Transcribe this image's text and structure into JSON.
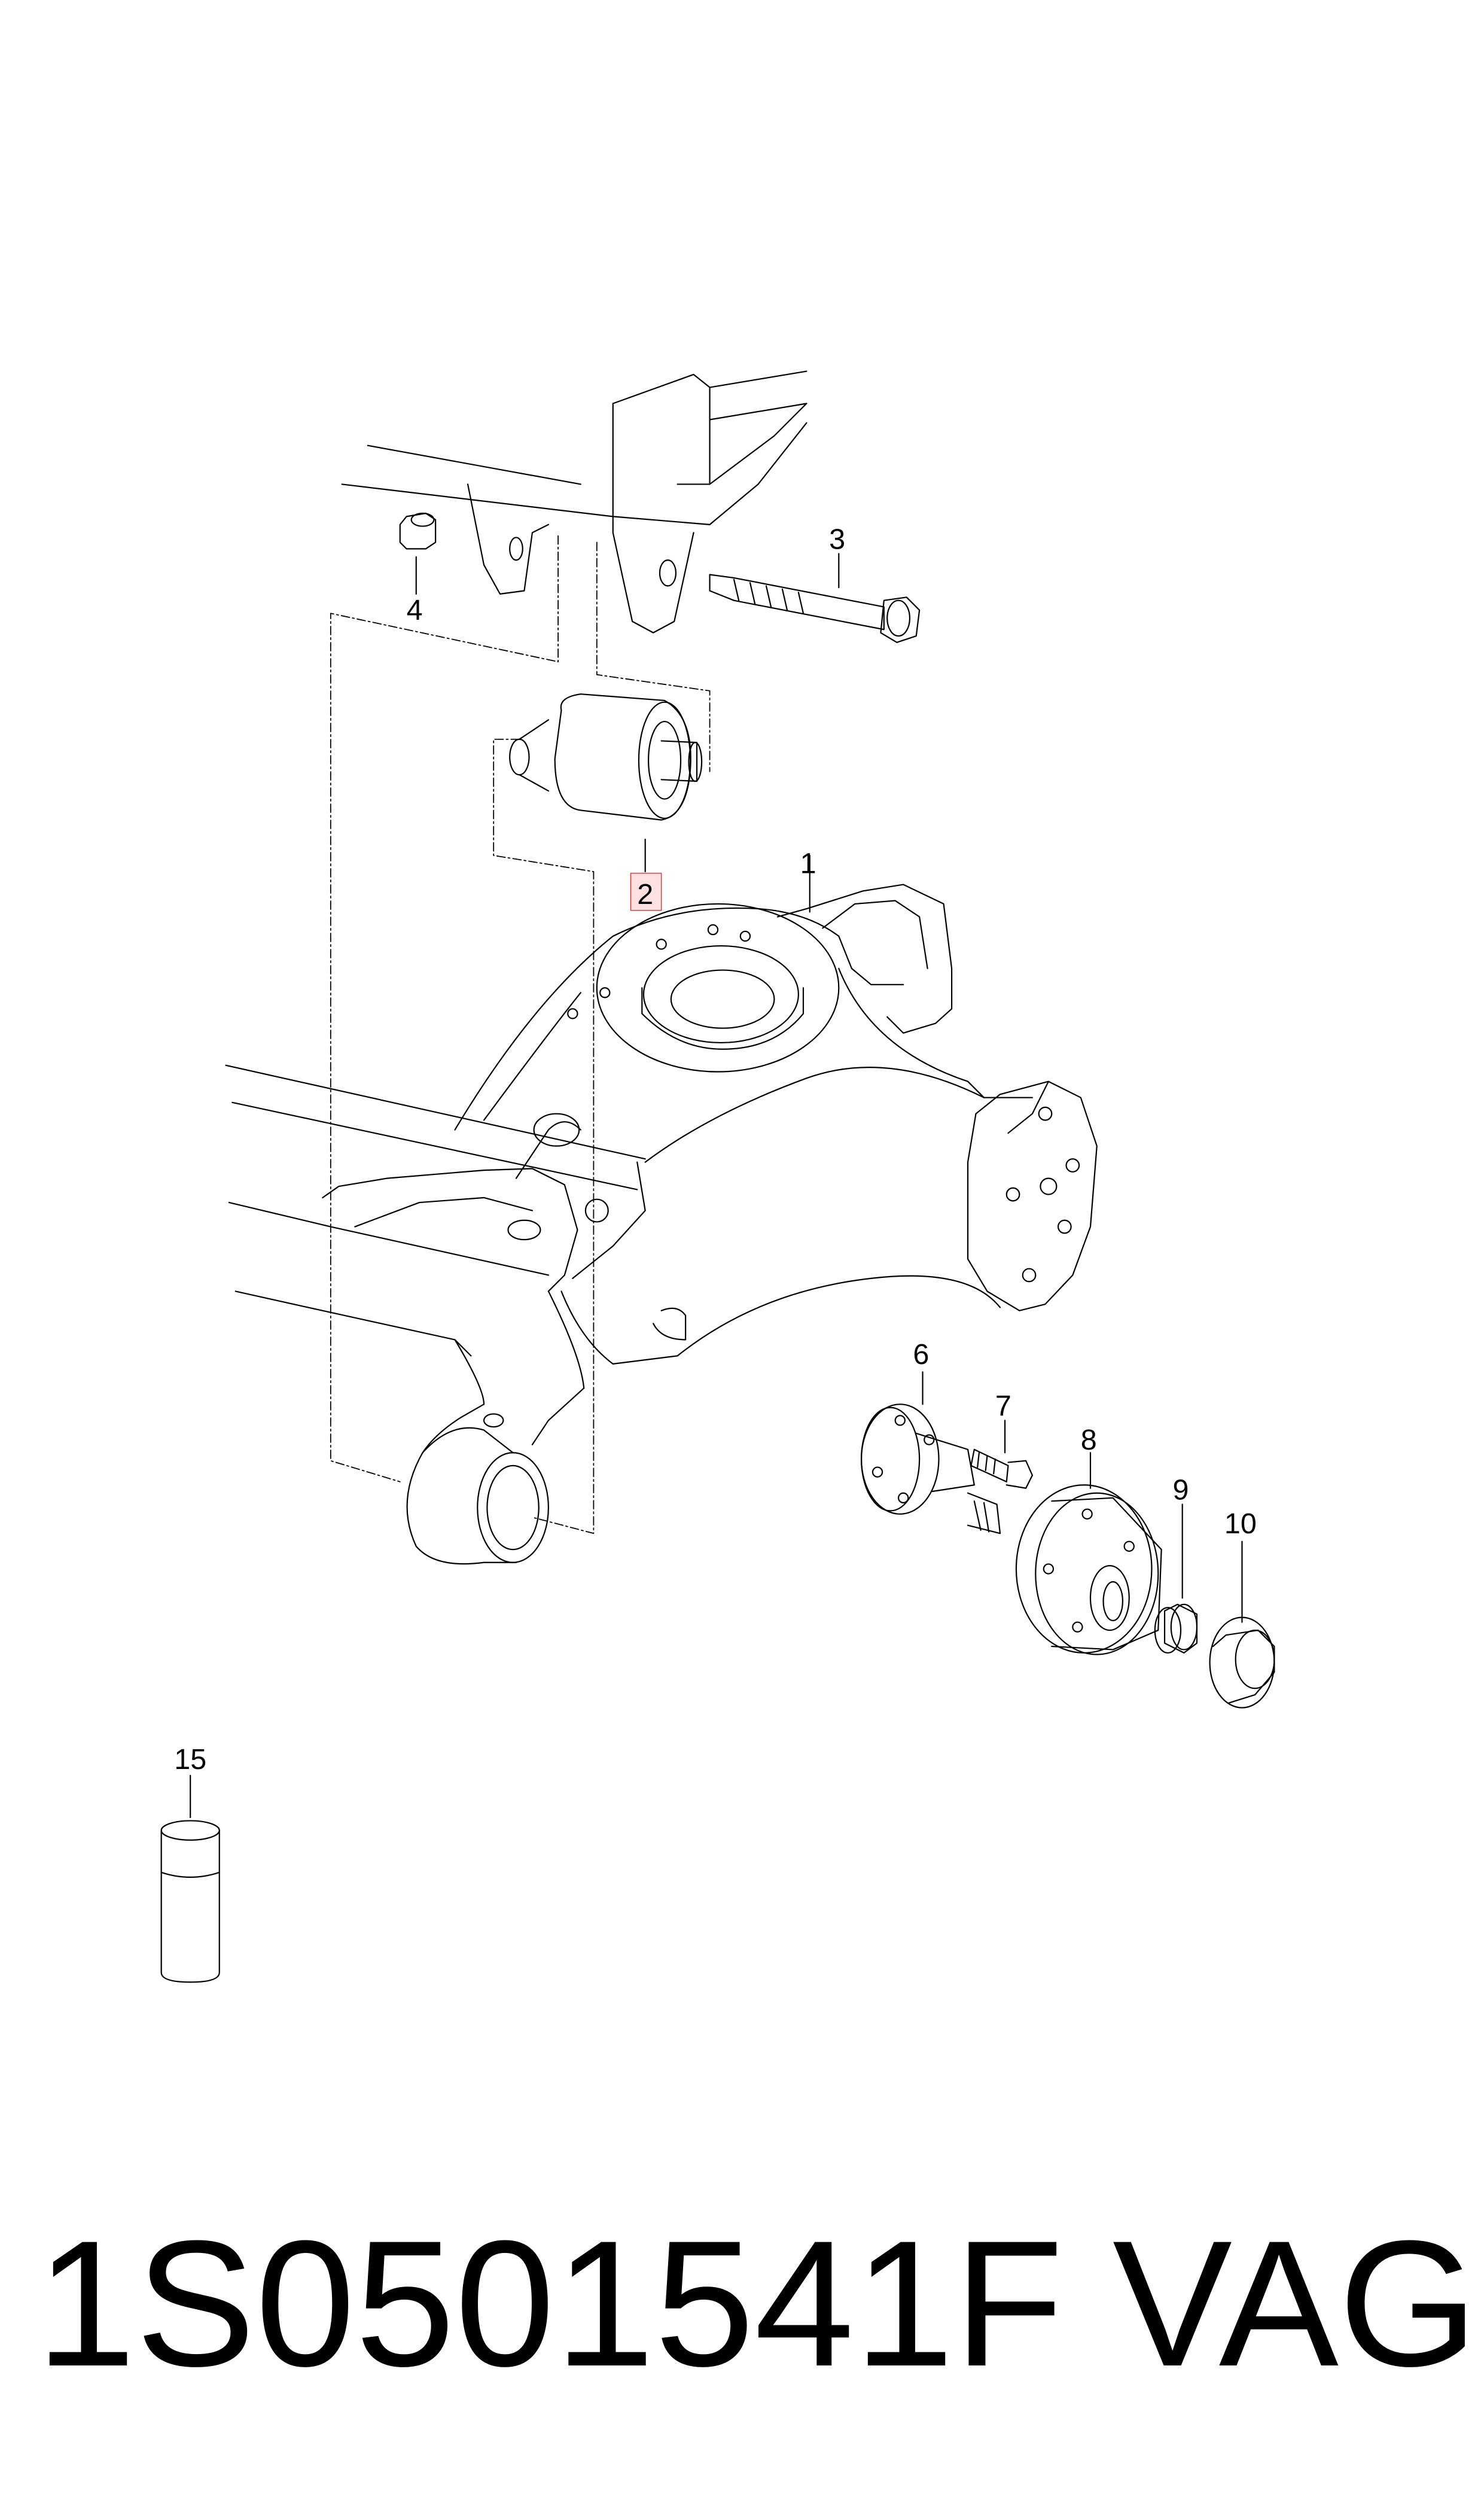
{
  "labels": {
    "l1": "1",
    "l2": "2",
    "l3": "3",
    "l4": "4",
    "l6": "6",
    "l7": "7",
    "l8": "8",
    "l9": "9",
    "l10": "10",
    "l15": "15"
  },
  "highlight": {
    "label": "2",
    "color": "#e53935",
    "fill": "#fde0e0"
  },
  "footer": {
    "part_number": "1S0501541F",
    "brand": "VAG"
  }
}
